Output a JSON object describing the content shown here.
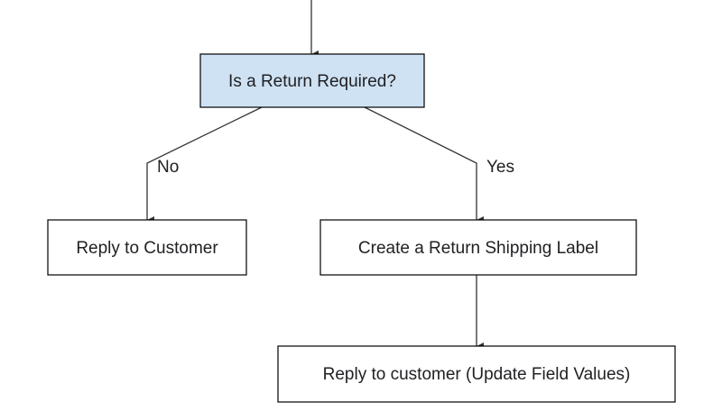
{
  "flowchart": {
    "nodes": {
      "decision": {
        "label": "Is a Return Required?",
        "fill": "#cfe2f3"
      },
      "reply_customer": {
        "label": "Reply to Customer",
        "fill": "#ffffff"
      },
      "create_label": {
        "label": "Create a Return Shipping Label",
        "fill": "#ffffff"
      },
      "reply_update": {
        "label": "Reply to customer (Update Field Values)",
        "fill": "#ffffff"
      }
    },
    "edges": {
      "no": {
        "label": "No"
      },
      "yes": {
        "label": "Yes"
      }
    }
  }
}
